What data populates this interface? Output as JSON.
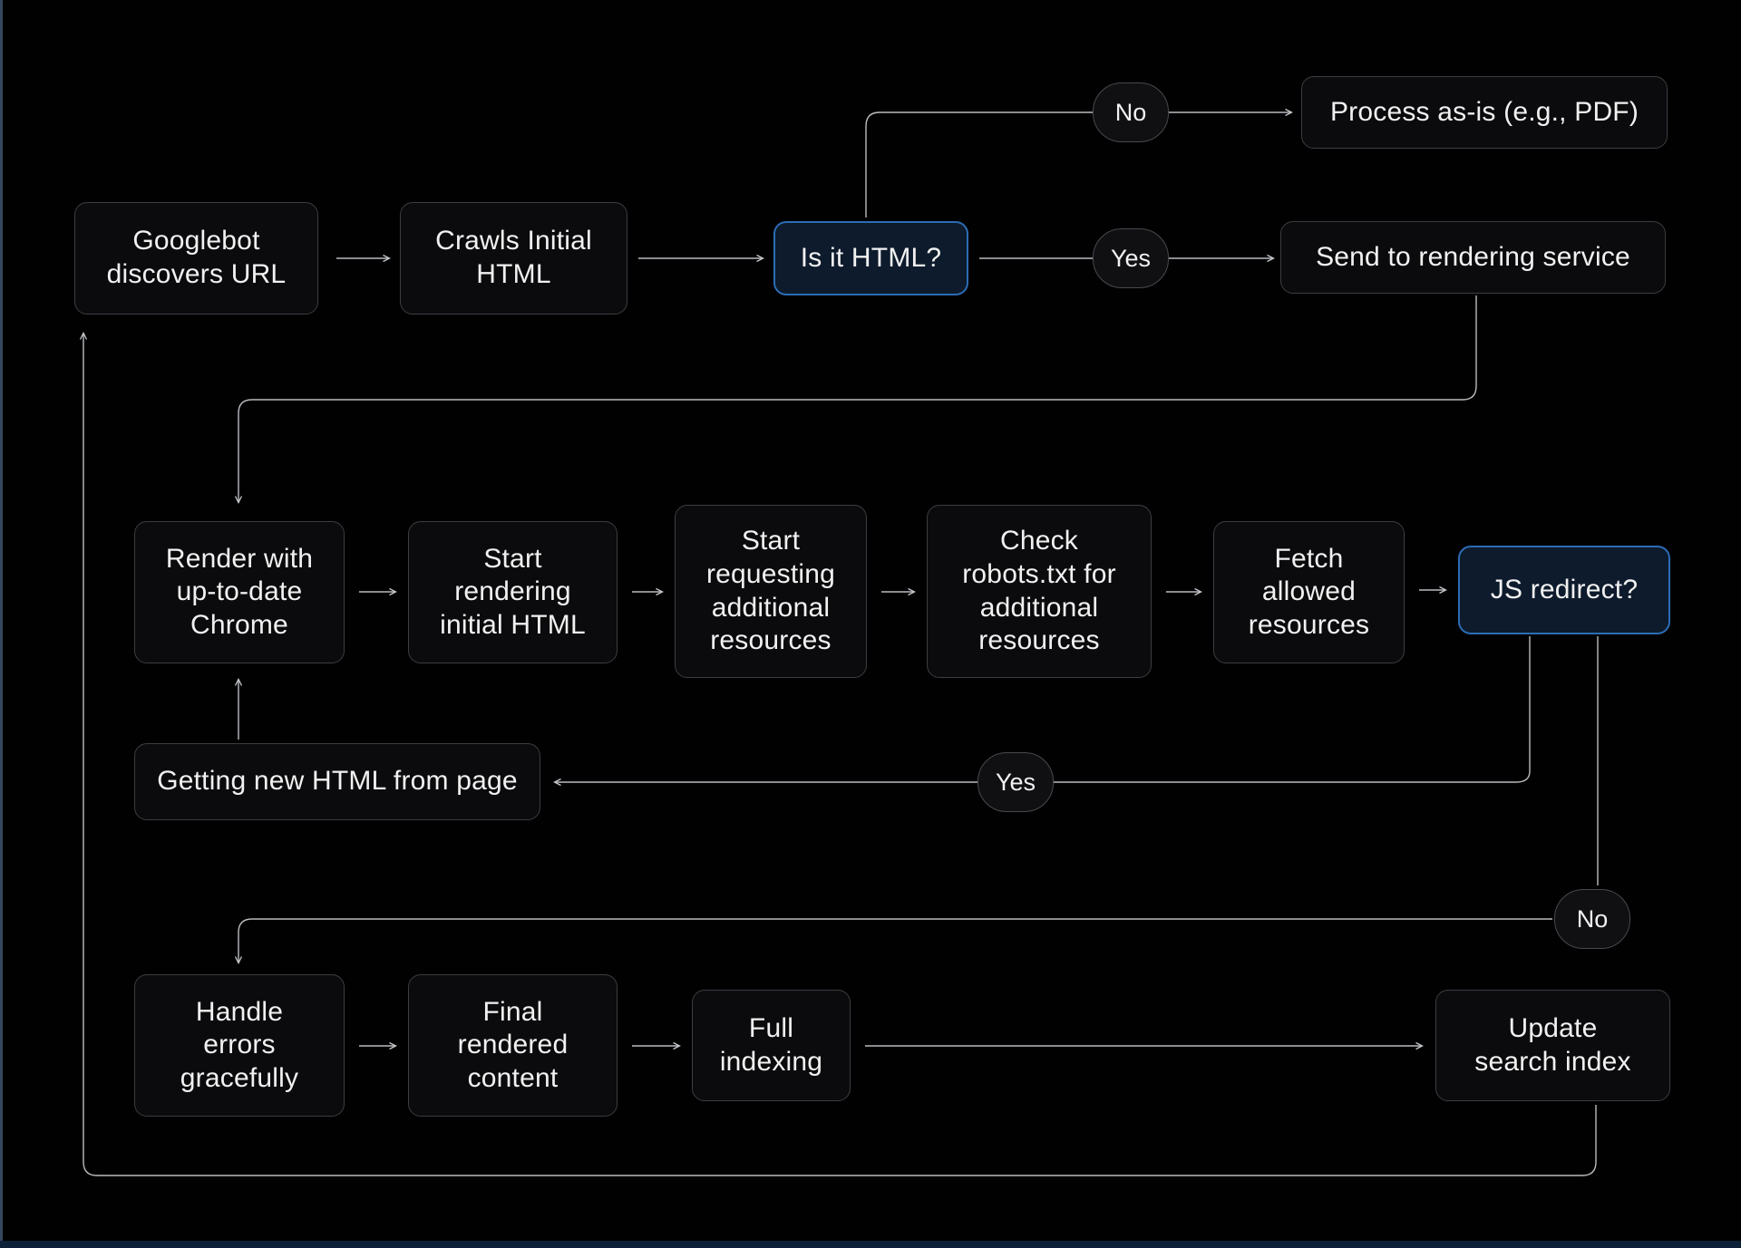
{
  "diagram": {
    "description": "Googlebot crawling and rendering flowchart",
    "colors": {
      "background": "#010102",
      "node_fill": "#0b0b0d",
      "node_border": "#3c3d41",
      "decision_fill": "#0d1b2c",
      "decision_border": "#2d6cb5",
      "connector": "#b9bcbf",
      "text": "#f1f1f1"
    },
    "nodes": {
      "googlebot": {
        "label": "Googlebot\ndiscovers URL"
      },
      "crawls": {
        "label": "Crawls Initial\nHTML"
      },
      "is_it_html": {
        "label": "Is it HTML?"
      },
      "process_as_is": {
        "label": "Process as-is (e.g., PDF)"
      },
      "send_rendering": {
        "label": "Send to rendering service"
      },
      "render_chrome": {
        "label": "Render with\nup-to-date\nChrome"
      },
      "start_rendering": {
        "label": "Start\nrendering\ninitial HTML"
      },
      "start_requesting": {
        "label": "Start\nrequesting\nadditional\nresources"
      },
      "check_robots": {
        "label": "Check\nrobots.txt for\nadditional\nresources"
      },
      "fetch_allowed": {
        "label": "Fetch\nallowed\nresources"
      },
      "js_redirect": {
        "label": "JS redirect?"
      },
      "getting_html": {
        "label": "Getting new HTML from page"
      },
      "handle_errors": {
        "label": "Handle\nerrors\ngracefully"
      },
      "final_content": {
        "label": "Final\nrendered\ncontent"
      },
      "full_indexing": {
        "label": "Full\nindexing"
      },
      "update_index": {
        "label": "Update\nsearch index"
      },
      "pill_no_top": {
        "label": "No"
      },
      "pill_yes_top": {
        "label": "Yes"
      },
      "pill_yes_mid": {
        "label": "Yes"
      },
      "pill_no_right": {
        "label": "No"
      }
    }
  }
}
